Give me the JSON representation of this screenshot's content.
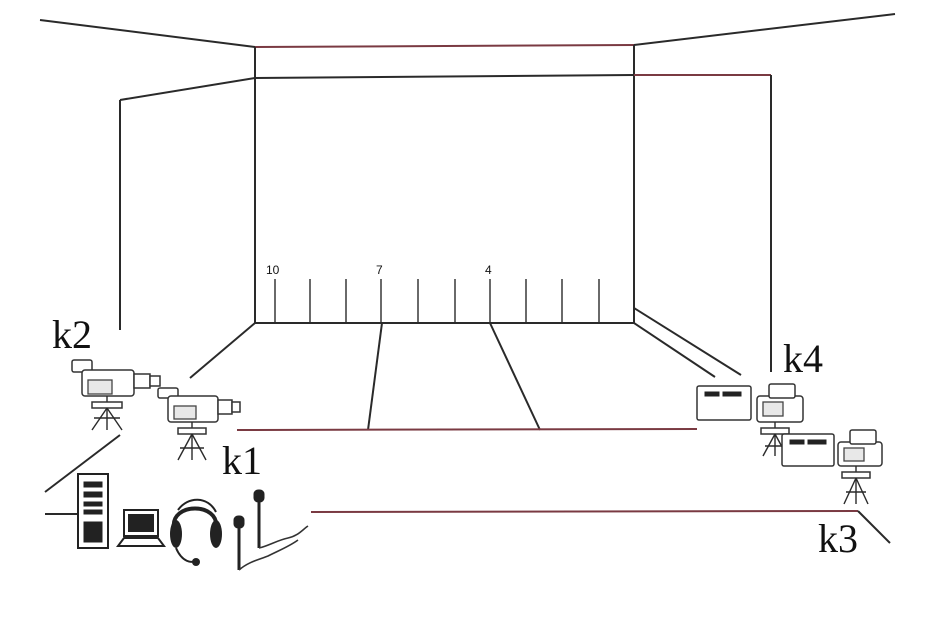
{
  "scene": {
    "background": "#ffffff",
    "line_color": "#2a2a2a",
    "accent_line_color": "#7a3a42"
  },
  "distance_marks": {
    "ten": "10",
    "seven": "7",
    "four": "4"
  },
  "cameras": {
    "k1": {
      "label": "k1",
      "icon": "video-camera-on-tripod-icon"
    },
    "k2": {
      "label": "k2",
      "icon": "video-camera-on-tripod-icon"
    },
    "k3": {
      "label": "k3",
      "icon": "video-camera-on-tripod-icon"
    },
    "k4": {
      "label": "k4",
      "icon": "video-camera-on-tripod-icon"
    }
  },
  "equipment": {
    "computer": "computer-tower-icon",
    "monitor": "laptop-monitor-icon",
    "headset": "headset-icon",
    "microphones": "microphone-icon"
  }
}
